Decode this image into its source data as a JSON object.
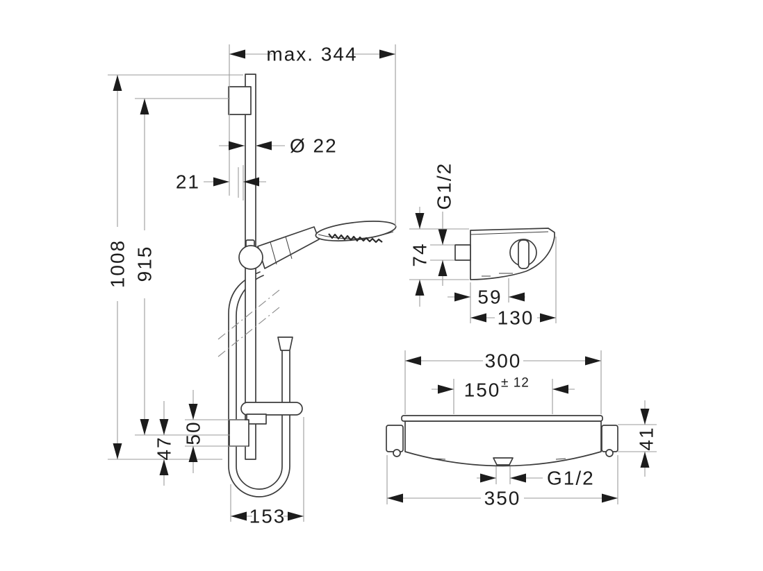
{
  "colors": {
    "background": "#ffffff",
    "outline": "#3c3c3c",
    "dimension_line": "#9a9a9a",
    "ink": "#1c1c1c"
  },
  "main_view": {
    "dims": {
      "max_reach": "max. 344",
      "bar_diameter": "Ø 22",
      "wall_offset": "21",
      "overall_height": "1008",
      "bracket_distance": "915",
      "rail_end_offset": "47",
      "bracket_size": "50",
      "hose_loop_depth": "153"
    }
  },
  "side_view": {
    "dims": {
      "inlet_thread": "G1/2",
      "body_height": "74",
      "outlet_offset": "59",
      "depth": "130"
    }
  },
  "front_view": {
    "dims": {
      "body_width": "300",
      "inlet_spacing": "150",
      "inlet_tolerance": "± 12",
      "end_height": "41",
      "outlet_thread": "G1/2",
      "overall_width": "350"
    }
  }
}
